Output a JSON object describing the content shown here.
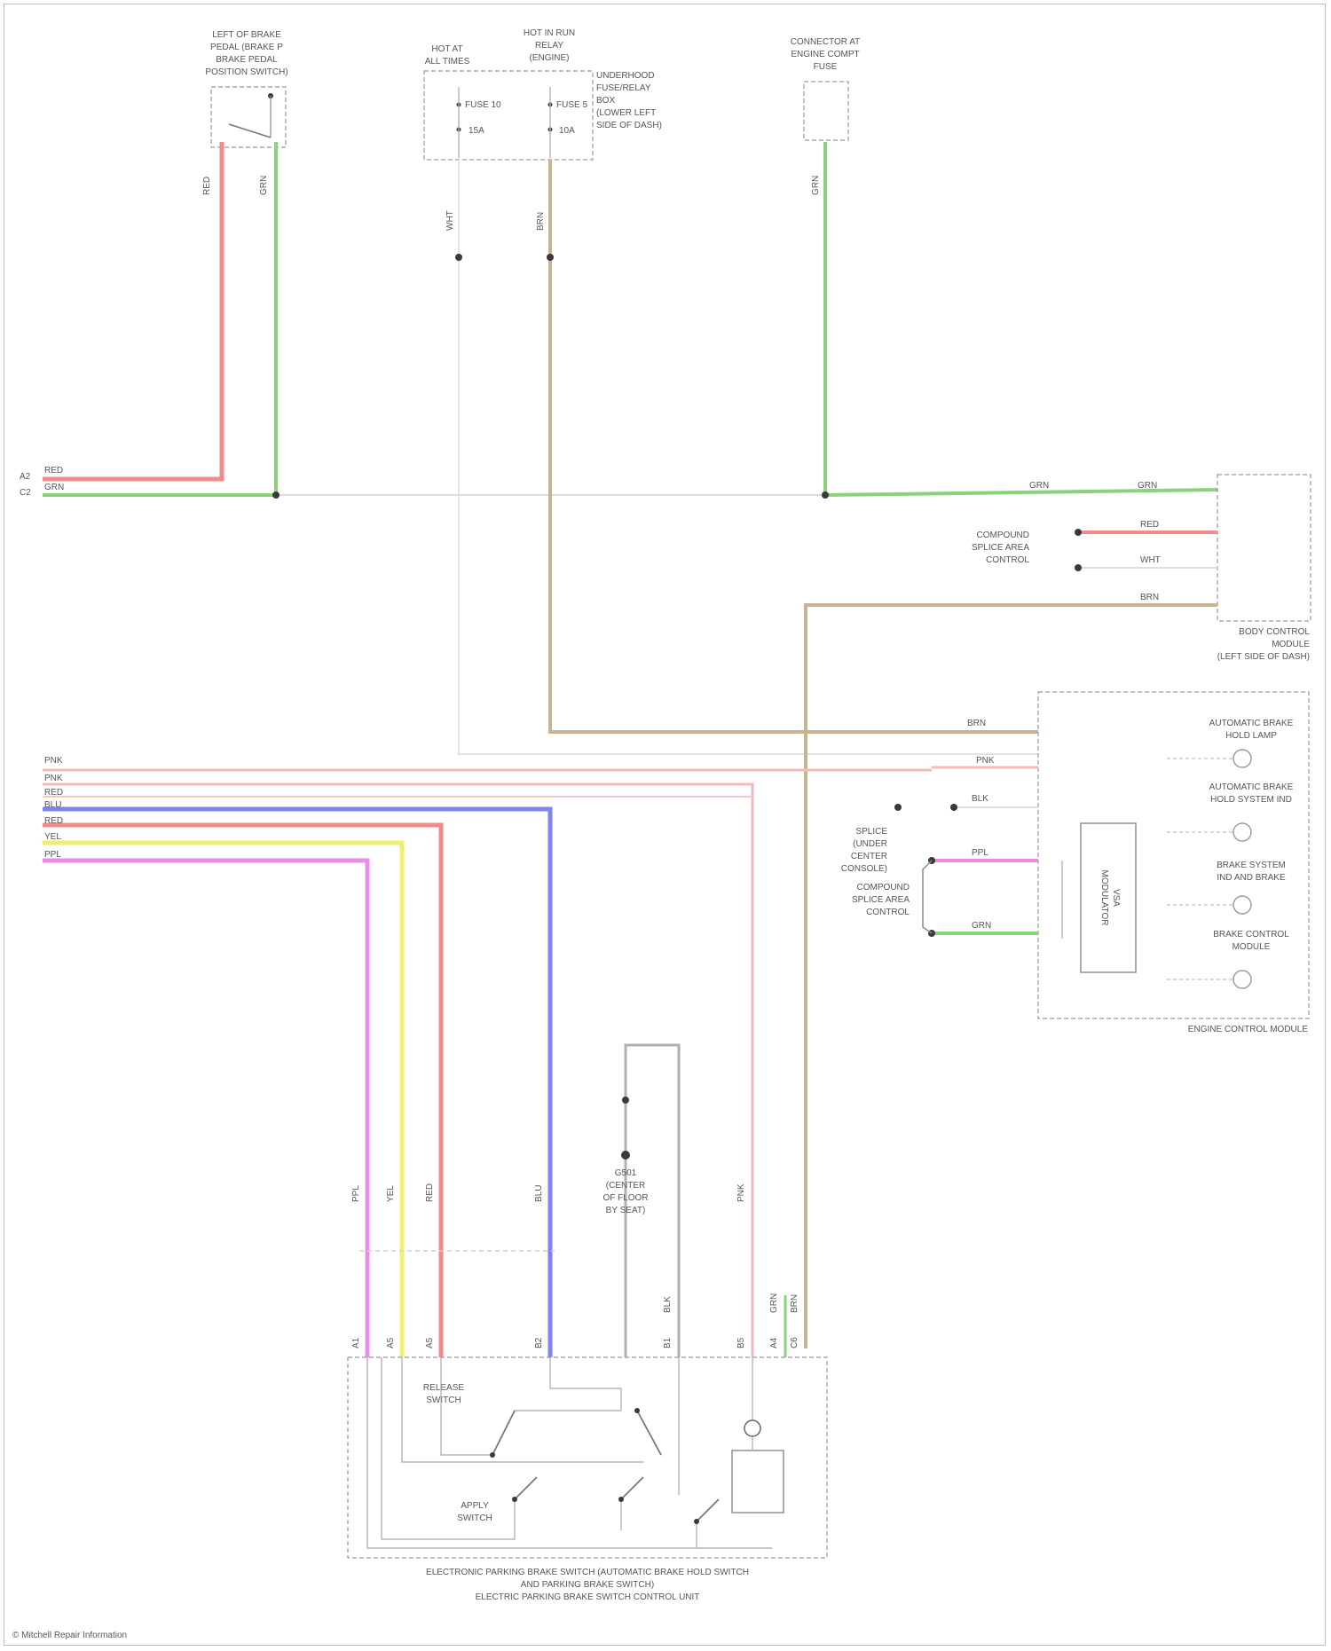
{
  "colors": {
    "red": "#f28b8b",
    "green": "#8cd17d",
    "olive": "#c8b48e",
    "pink": "#f5b8b8",
    "blue": "#7f83f0",
    "yellow": "#f2ee72",
    "magenta": "#e98ee6",
    "gray": "#9e9e9e"
  },
  "components": {
    "brake_switch": [
      "LEFT OF BRAKE",
      "PEDAL (BRAKE P",
      "BRAKE PEDAL",
      "POSITION SWITCH)"
    ],
    "hot_at_all_times": [
      "HOT AT",
      "ALL TIMES"
    ],
    "hot_in_run": [
      "HOT IN RUN",
      "RELAY",
      "(ENGINE)"
    ],
    "fuse_block": [
      "UNDERHOOD",
      "FUSE/RELAY",
      "BOX",
      "(LOWER LEFT",
      "SIDE OF DASH)"
    ],
    "fuse_a": "FUSE 10",
    "fuse_a2": "15A",
    "fuse_b": "FUSE 5",
    "fuse_b2": "10A",
    "right_connector": [
      "CONNECTOR AT",
      "ENGINE COMPT",
      "FUSE"
    ],
    "body_control": [
      "BODY CONTROL",
      "MODULE",
      "(LEFT SIDE OF DASH)"
    ],
    "splice_lower_left": [
      "COMPOUND",
      "SPLICE AREA",
      "CONTROL"
    ],
    "engine_module": "ENGINE CONTROL MODULE",
    "module_indicators": [
      [
        "AUTOMATIC BRAKE",
        "HOLD LAMP"
      ],
      [
        "AUTOMATIC BRAKE",
        "HOLD SYSTEM IND"
      ],
      [
        "BRAKE SYSTEM",
        "IND AND BRAKE"
      ],
      [
        "BRAKE CONTROL",
        "MODULE"
      ]
    ],
    "inner_module": [
      "VSA",
      "MODULATOR"
    ],
    "splice_mid": [
      "SPLICE",
      "(UNDER",
      "CENTER",
      "CONSOLE)"
    ],
    "splice_mid2": [
      "COMPOUND",
      "SPLICE AREA",
      "CONTROL"
    ],
    "ground_point": [
      "G501",
      "(CENTER",
      "OF FLOOR",
      "BY SEAT)"
    ],
    "bottom_switch": [
      "RELEASE",
      "SWITCH"
    ],
    "bottom_switch2": [
      "APPLY",
      "SWITCH"
    ],
    "bottom_caption": [
      "ELECTRONIC PARKING BRAKE SWITCH (AUTOMATIC BRAKE HOLD SWITCH",
      "AND PARKING BRAKE SWITCH)",
      "ELECTRIC PARKING BRAKE SWITCH CONTROL UNIT"
    ],
    "footer": "© Mitchell Repair Information"
  },
  "wire_labels": {
    "red_top": "RED",
    "green_top": "GRN",
    "fuse_a_wire": "WHT",
    "fuse_b_wire": "BRN",
    "right_fuse_wire": "GRN",
    "green_h1": "GRN",
    "green_h2": "GRN",
    "red_h": "RED",
    "white_h": "WHT",
    "olive_h": "BRN",
    "olive_mid": "BRN",
    "pink_mid": "PNK",
    "blk_mid": "BLK",
    "magenta_mid": "PPL",
    "green_mid": "GRN",
    "left_bus": [
      "PNK",
      "PNK",
      "RED",
      "BLU",
      "RED",
      "YEL",
      "PPL"
    ],
    "left_top": [
      "RED",
      "GRN"
    ],
    "pins_top": [
      "A2",
      "C2"
    ],
    "vertical_lower": [
      "PPL",
      "YEL",
      "RED",
      "BLU",
      "BLK",
      "PNK",
      "BRN",
      "GRN"
    ],
    "connector_pins": [
      "A1",
      "A5",
      "A5",
      "B2",
      "B1",
      "B5",
      "A4",
      "C6"
    ]
  }
}
